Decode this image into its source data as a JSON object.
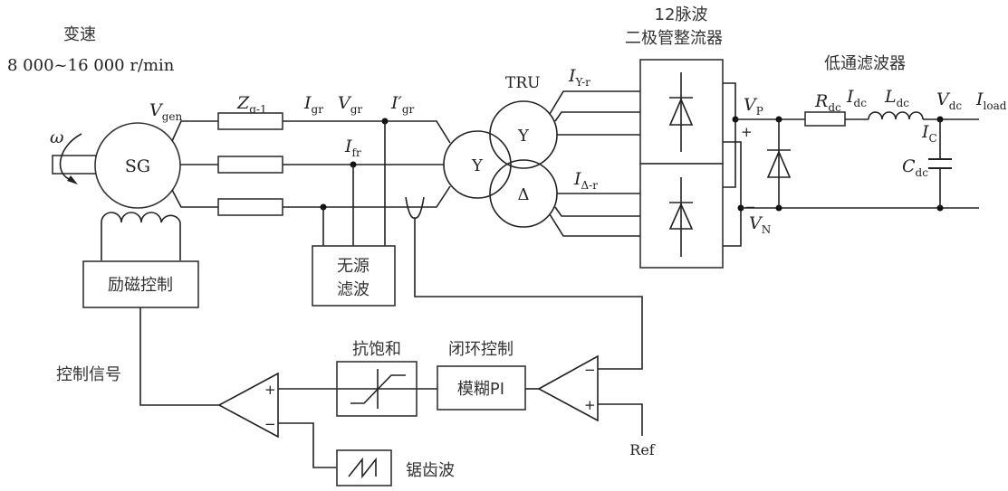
{
  "speed": {
    "title": "变速",
    "range": "8 000~16 000 r/min",
    "omega": "ω"
  },
  "generator": {
    "label": "SG",
    "voltage": {
      "main": "V",
      "sub": "gen"
    }
  },
  "line": {
    "impedance": {
      "main": "Z",
      "sub": "g-1"
    },
    "current_gr": {
      "main": "I",
      "sub": "gr"
    },
    "voltage_gr": {
      "main": "V",
      "sub": "gr"
    },
    "current_gr_prime": {
      "main": "I′",
      "sub": "gr"
    },
    "current_fr": {
      "main": "I",
      "sub": "fr"
    }
  },
  "passive_filter": {
    "line1": "无源",
    "line2": "滤波"
  },
  "excitation": {
    "label": "励磁控制"
  },
  "transformer": {
    "title": "TRU",
    "primary": "Y",
    "secondary_y": "Y",
    "secondary_delta": "Δ",
    "current_y": {
      "main": "I",
      "sub": "Y-r"
    },
    "current_delta": {
      "main": "I",
      "sub": "Δ-r"
    }
  },
  "rectifier": {
    "title1": "12脉波",
    "title2": "二极管整流器",
    "vp": {
      "main": "V",
      "sub": "P"
    },
    "vn": {
      "main": "V",
      "sub": "N"
    },
    "plus": "+",
    "minus": "−"
  },
  "lowpass": {
    "title": "低通滤波器",
    "rdc": {
      "main": "R",
      "sub": "dc"
    },
    "idc": {
      "main": "I",
      "sub": "dc"
    },
    "ldc": {
      "main": "L",
      "sub": "dc"
    },
    "vdc": {
      "main": "V",
      "sub": "dc"
    },
    "iload": {
      "main": "I",
      "sub": "load"
    },
    "ic": {
      "main": "I",
      "sub": "C"
    },
    "cdc": {
      "main": "C",
      "sub": "dc"
    }
  },
  "control": {
    "control_signal": "控制信号",
    "anti_saturation": "抗饱和",
    "closed_loop": "闭环控制",
    "fuzzy_pi": "模糊PI",
    "sawtooth": "锯齿波",
    "ref": "Ref",
    "plus": "+",
    "minus": "−"
  }
}
